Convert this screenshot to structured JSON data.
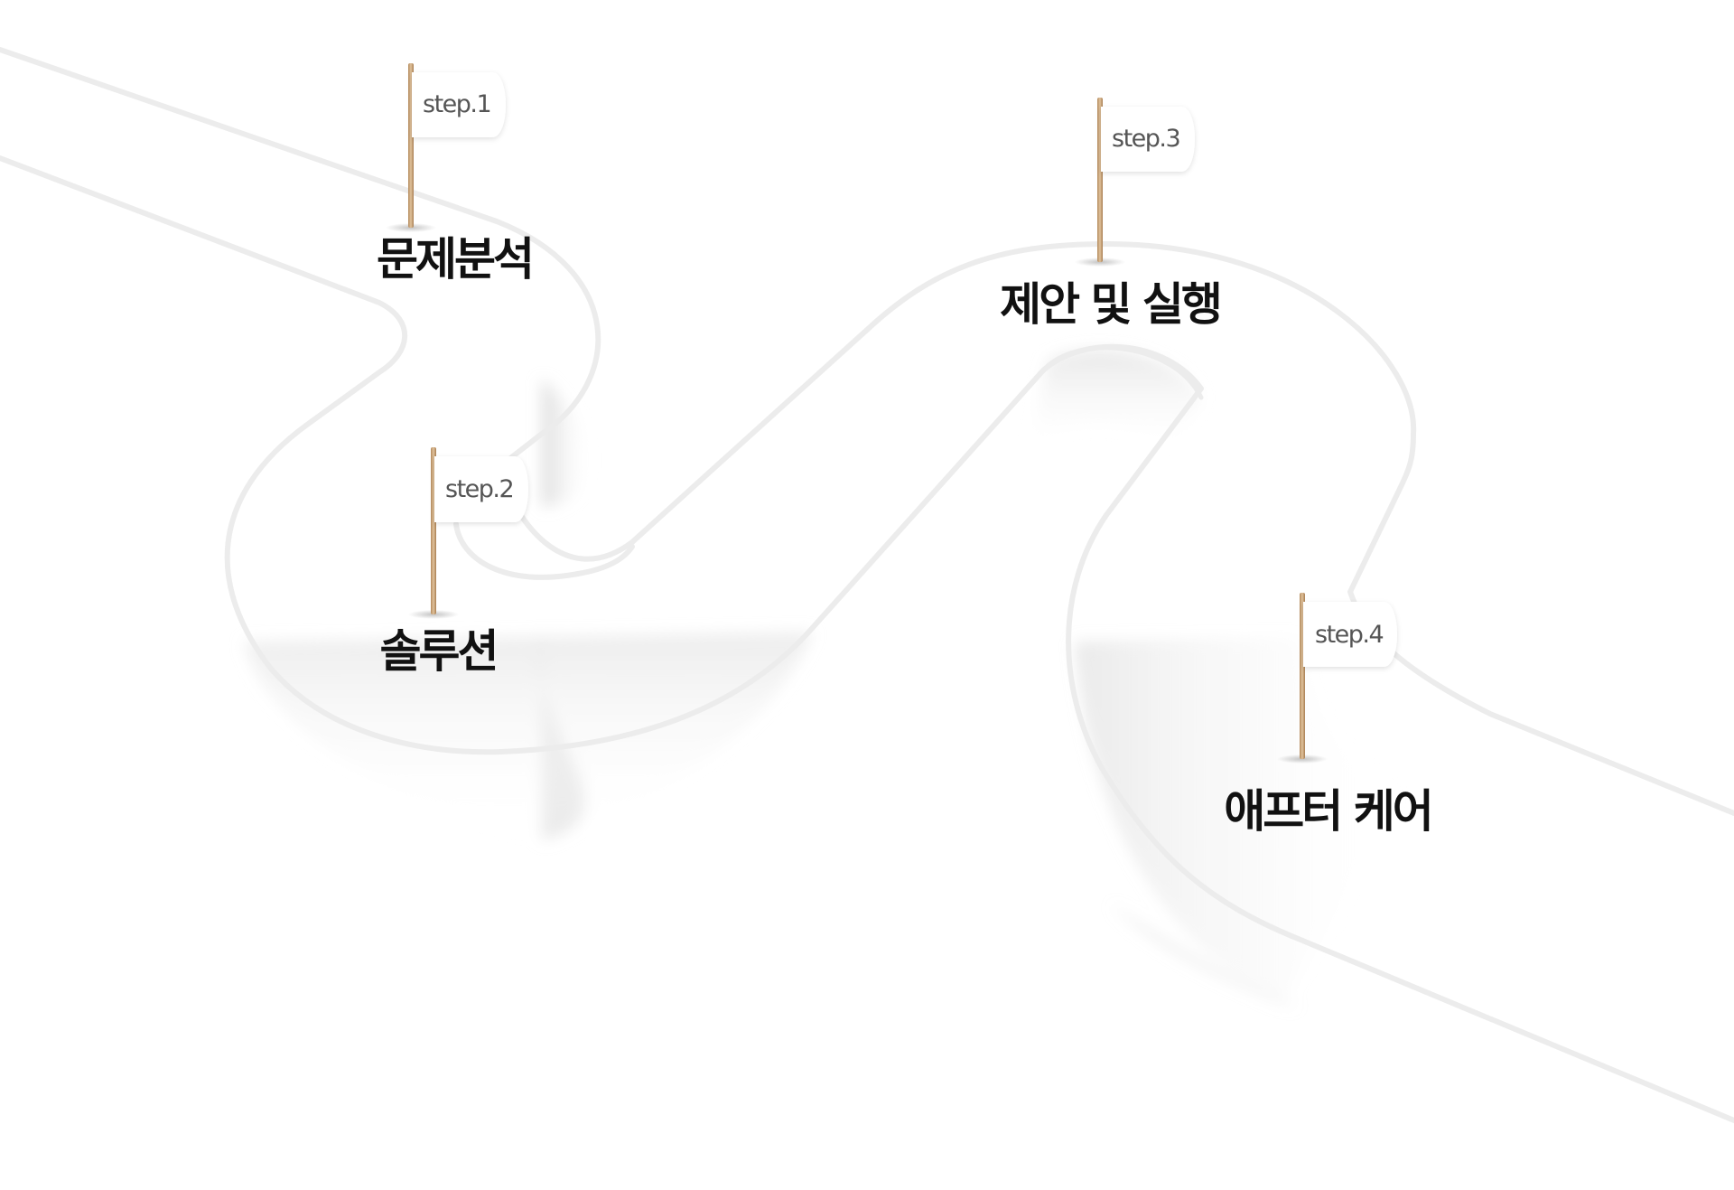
{
  "steps": [
    {
      "flag": "step.1",
      "label": "문제분석"
    },
    {
      "flag": "step.2",
      "label": "솔루션"
    },
    {
      "flag": "step.3",
      "label": "제안 및 실행"
    },
    {
      "flag": "step.4",
      "label": "애프터 케어"
    }
  ],
  "colors": {
    "background": "#ffffff",
    "road_edge": "#ececec",
    "road_shadow": "#e2e2e2",
    "flag": "#ffffff",
    "pole": "#c9a478",
    "label": "#111111"
  }
}
